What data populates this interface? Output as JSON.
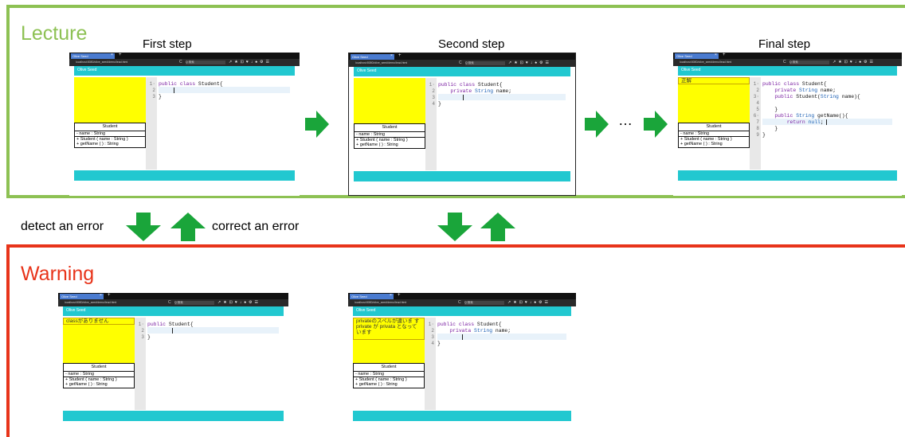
{
  "sections": {
    "lecture_title": "Lecture",
    "warning_title": "Warning",
    "lecture_color": "#8dc153",
    "warning_color": "#e8341a",
    "arrow_color": "#1aa53a"
  },
  "steps": {
    "first": "First step",
    "second": "Second step",
    "final": "Final step"
  },
  "labels": {
    "detect": "detect an error",
    "correct": "correct an error",
    "ellipsis": "…"
  },
  "browser": {
    "tab_title": "Olive Seed",
    "tab_close": "×",
    "tab_plus": "+",
    "url": "localhost:8080/olive_seed/demo/lead.html",
    "reload": "C",
    "search_placeholder": "Q 検索",
    "toolbar_icons": "↗★⊡♥↓♠⚙☰"
  },
  "app": {
    "header": "Olive Seed",
    "uml": {
      "class_name": "Student",
      "attribute": "- name : String",
      "op1": "+ Student ( name : String )",
      "op2": "+ getName ( ) : String"
    }
  },
  "screens": {
    "first": {
      "line_numbers": [
        "1·",
        "2",
        "3"
      ],
      "lines": [
        "public class Student{",
        "",
        "}"
      ]
    },
    "second": {
      "line_numbers": [
        "1·",
        "2",
        "3",
        "4"
      ],
      "lines": [
        "public class Student{",
        "    private String name;",
        "",
        "}"
      ]
    },
    "final": {
      "message": "正解",
      "line_numbers": [
        "1·",
        "2",
        "3·",
        "4",
        "5",
        "6·",
        "7",
        "8",
        "9"
      ],
      "lines": [
        "public class Student{",
        "    private String name;",
        "    public Student(String name){",
        "",
        "    }",
        "    public String getName(){",
        "        return null;",
        "    }",
        "}"
      ]
    },
    "warn1": {
      "message": "classがありません",
      "line_numbers": [
        "1·",
        "2",
        "3"
      ],
      "lines": [
        "public Student{",
        "",
        "}"
      ]
    },
    "warn2": {
      "message": "privateのスペルが違いま す private が privata となって います",
      "line_numbers": [
        "1·",
        "2",
        "3",
        "4"
      ],
      "lines": [
        "public class Student{",
        "    privata String name;",
        "",
        "}"
      ]
    }
  }
}
